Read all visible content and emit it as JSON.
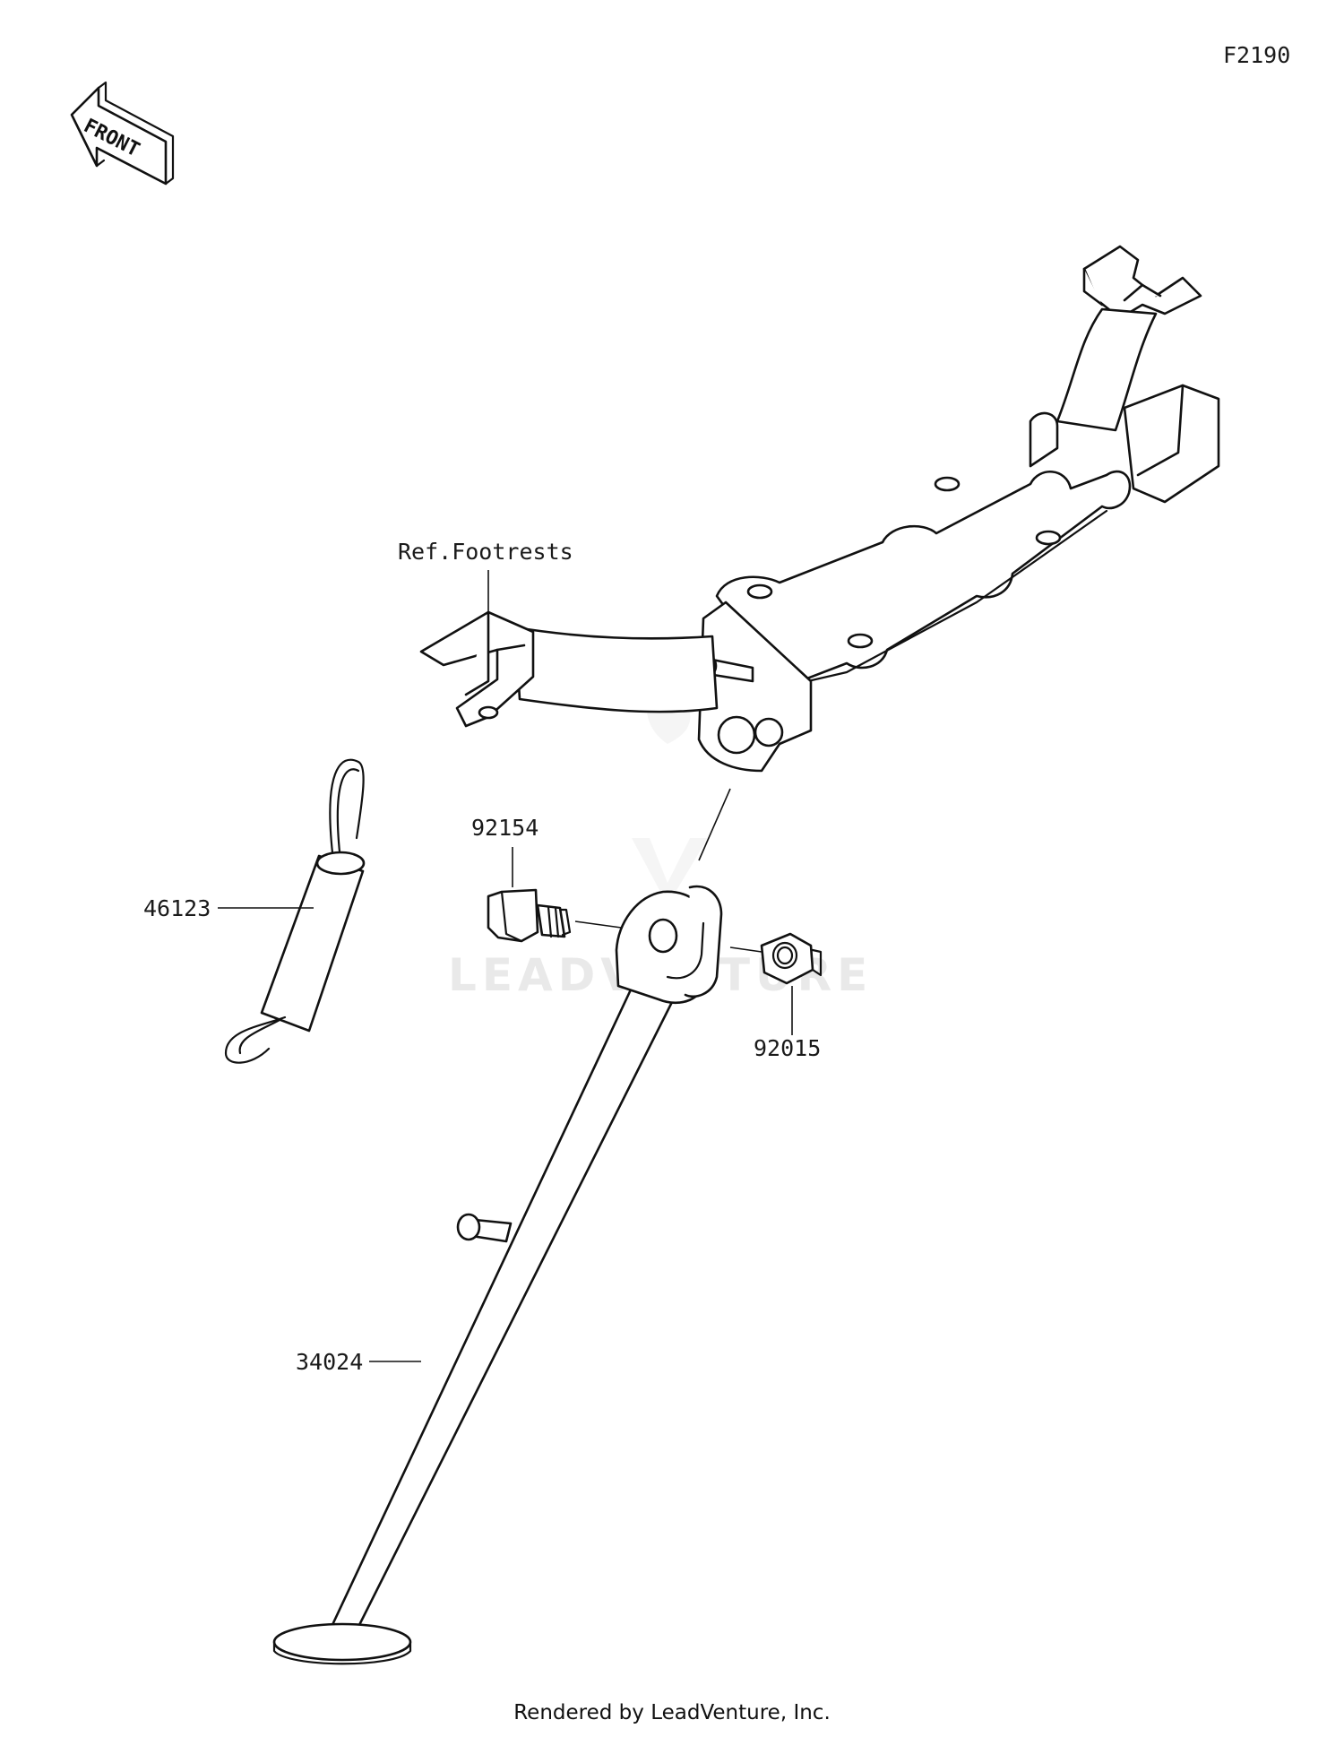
{
  "diagram_code": "F2190",
  "front_indicator": {
    "text": "FRONT",
    "icon": "front-arrow-icon"
  },
  "reference_label": "Ref.Footrests",
  "parts": [
    {
      "number": "46123",
      "part": "spring"
    },
    {
      "number": "92154",
      "part": "bolt"
    },
    {
      "number": "92015",
      "part": "nut"
    },
    {
      "number": "34024",
      "part": "side-stand"
    }
  ],
  "watermark": {
    "text": "LEADVENTURE",
    "icon": "leadventure-logo-icon"
  },
  "credit": "Rendered by LeadVenture, Inc."
}
